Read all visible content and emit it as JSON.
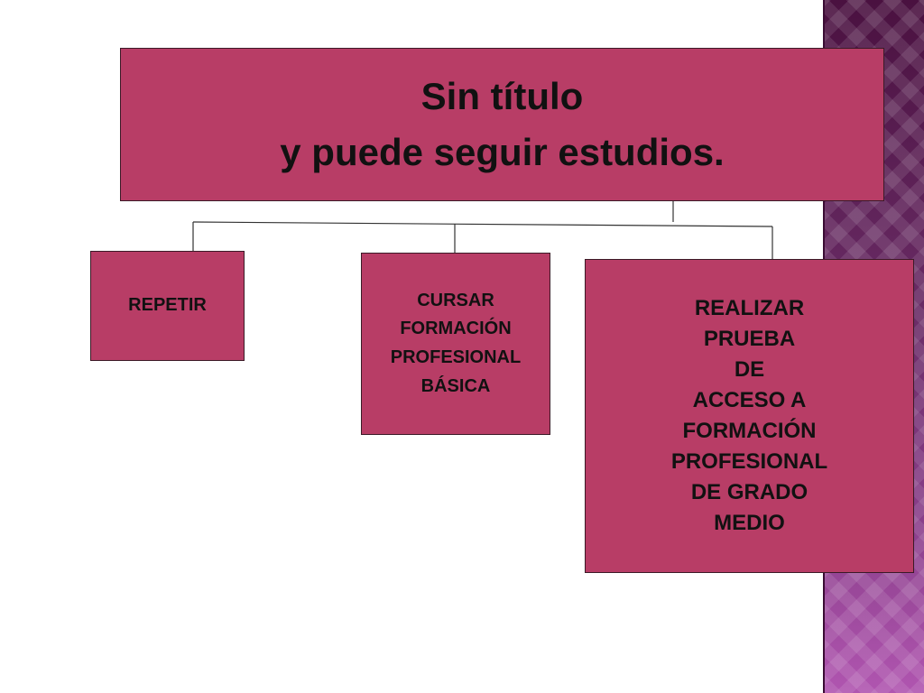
{
  "title": {
    "line1": "Sin título",
    "line2": "y puede seguir estudios."
  },
  "options": [
    {
      "lines": [
        "REPETIR"
      ]
    },
    {
      "lines": [
        "CURSAR",
        "FORMACIÓN",
        "PROFESIONAL",
        "BÁSICA"
      ]
    },
    {
      "lines": [
        "REALIZAR",
        "PRUEBA",
        "DE",
        "ACCESO A",
        "FORMACIÓN",
        "PROFESIONAL",
        "DE GRADO",
        "MEDIO"
      ]
    }
  ],
  "colors": {
    "box_fill": "#b83d66",
    "box_border": "#3b1a27",
    "text": "#111111",
    "side_band": "#6a2c66"
  }
}
